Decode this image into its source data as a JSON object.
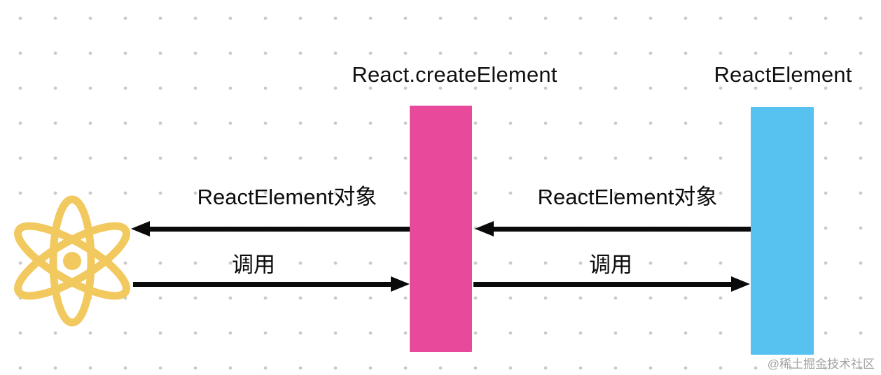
{
  "titles": {
    "create_element": "React.createElement",
    "react_element": "ReactElement"
  },
  "labels": {
    "left_return": "ReactElement对象",
    "left_call": "调用",
    "right_return": "ReactElement对象",
    "right_call": "调用"
  },
  "icons": {
    "react_logo": "react-atom"
  },
  "colors": {
    "create_element_bar": "#e8499b",
    "react_element_bar": "#57c1f0",
    "logo_gold": "#f2c95e",
    "arrow_black": "#0a0a0a",
    "dot_grid": "#c9c9c9",
    "watermark_gray": "#a2a2a2"
  },
  "watermark": "@稀土掘金技术社区"
}
